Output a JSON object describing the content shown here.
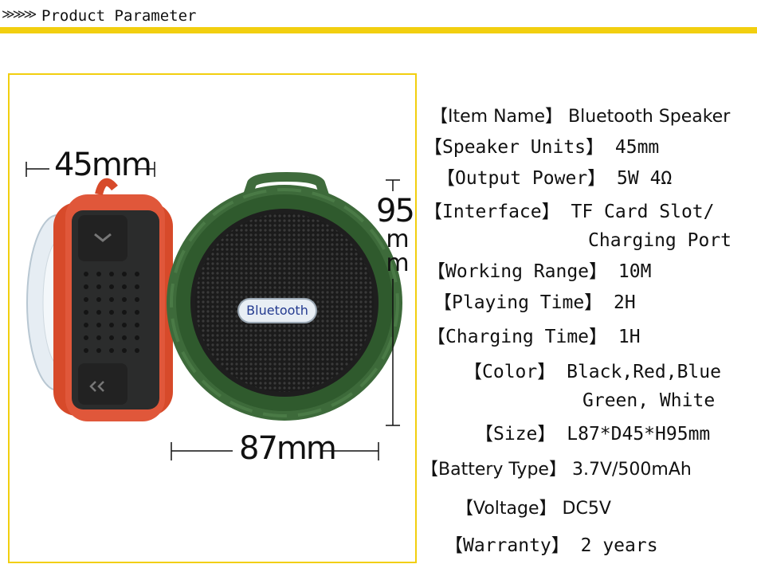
{
  "header": {
    "arrows": "≫≫≫",
    "title": "Product Parameter",
    "bar_color": "#f2cf0f"
  },
  "image": {
    "badge_text": "Bluetooth",
    "dimensions": {
      "width": "45mm",
      "length": "87mm",
      "height_number": "95",
      "height_unit_1": "m",
      "height_unit_2": "m"
    }
  },
  "specs": [
    {
      "label": "【Item Name】",
      "value": "Bluetooth Speaker"
    },
    {
      "label": "【Speaker Units】",
      "value": "45mm"
    },
    {
      "label": "【Output Power】",
      "value": "5W 4Ω"
    },
    {
      "label": "【Interface】",
      "value": "TF Card Slot/",
      "value2": "Charging Port"
    },
    {
      "label": "【Working Range】",
      "value": "10M"
    },
    {
      "label": "【Playing Time】",
      "value": "2H"
    },
    {
      "label": "【Charging Time】",
      "value": "1H"
    },
    {
      "label": "【Color】",
      "value": "Black,Red,Blue",
      "value2": "Green, White"
    },
    {
      "label": "【Size】",
      "value": "L87*D45*H95mm"
    },
    {
      "label": "【Battery Type】",
      "value": "3.7V/500mAh"
    },
    {
      "label": "【Voltage】",
      "value": "DC5V"
    },
    {
      "label": "【Warranty】",
      "value": "2 years"
    }
  ]
}
